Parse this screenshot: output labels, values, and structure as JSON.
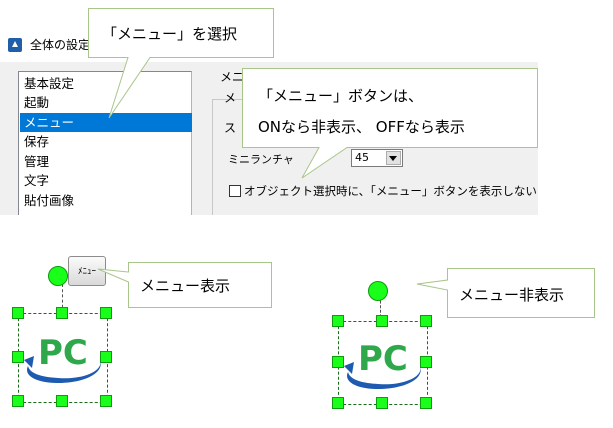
{
  "dialog": {
    "title": "全体の設定",
    "list_items": [
      {
        "label": "基本設定",
        "selected": false
      },
      {
        "label": "起動",
        "selected": false
      },
      {
        "label": "メニュー",
        "selected": true
      },
      {
        "label": "保存",
        "selected": false
      },
      {
        "label": "管理",
        "selected": false
      },
      {
        "label": "文字",
        "selected": false
      },
      {
        "label": "貼付画像",
        "selected": false
      }
    ],
    "group_label_fragment": "メニ",
    "row1_fragment": "メ",
    "row2_fragment": "ス",
    "minimenu_label_fragment": "ミニランチャ",
    "minimenu_value": "45",
    "checkbox_label": "オブジェクト選択時に、「メニュー」ボタンを表示しない",
    "checkbox_checked": false,
    "selected_color": "#0078d7"
  },
  "callouts": {
    "select_menu": "「メニュー」を選択",
    "explain_line1": "「メニュー」ボタンは、",
    "explain_line2": "ONなら非表示、 OFFなら表示",
    "menu_shown": "メニュー表示",
    "menu_hidden": "メニュー非表示"
  },
  "menu_button_label": "ﾒﾆｭｰ",
  "logo_text": "PC",
  "colors": {
    "handle": "#19ff19",
    "logo_green": "#2ea84a",
    "logo_blue": "#1e5bb0",
    "callout_border": "#a8c58a"
  }
}
